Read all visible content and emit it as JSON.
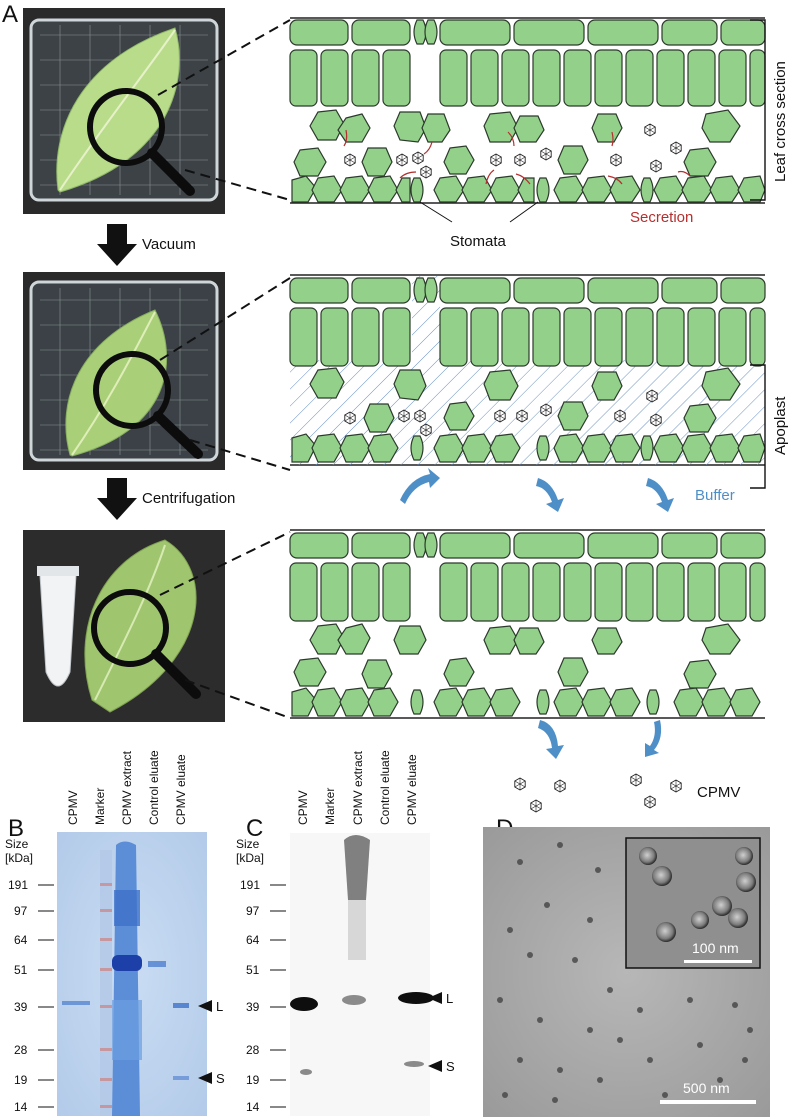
{
  "panels": {
    "a": "A",
    "b": "B",
    "c": "C",
    "d": "D"
  },
  "steps": {
    "vacuum": "Vacuum",
    "centrifugation": "Centrifugation"
  },
  "labels": {
    "leaf_cross_section": "Leaf cross section",
    "stomata": "Stomata",
    "secretion": "Secretion",
    "apoplast": "Apoplast",
    "buffer": "Buffer",
    "cpmv": "CPMV"
  },
  "gel": {
    "lanes": [
      "CPMV",
      "Marker",
      "CPMV extract",
      "Control eluate",
      "CPMV eluate"
    ],
    "size_label": "Size",
    "unit_label": "[kDa]",
    "markers": [
      "191",
      "97",
      "64",
      "51",
      "39",
      "28",
      "19",
      "14"
    ],
    "band_l": "L",
    "band_s": "S"
  },
  "em": {
    "scale_main": "500 nm",
    "scale_inset": "100 nm"
  },
  "colors": {
    "cell_fill": "#93d18a",
    "secretion_red": "#b3302f",
    "buffer_blue": "#4f8fc8",
    "gel_blue": "#3f72c8"
  }
}
